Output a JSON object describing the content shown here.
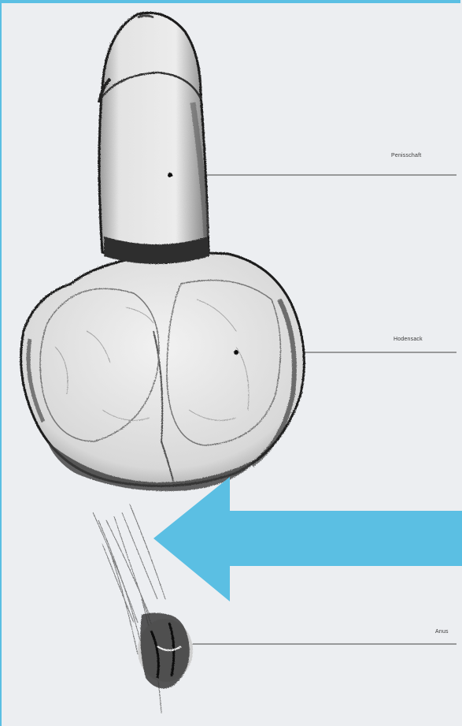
{
  "labels": {
    "shaft": "Penisschaft",
    "scrotum": "Hodensack",
    "anus": "Anus"
  },
  "colors": {
    "frame": "#5bbfe3",
    "arrow": "#5bbfe3",
    "ink": "#2a2a2a",
    "paper": "#eceef1"
  },
  "icons": {
    "pointer": "left-arrow-icon"
  }
}
